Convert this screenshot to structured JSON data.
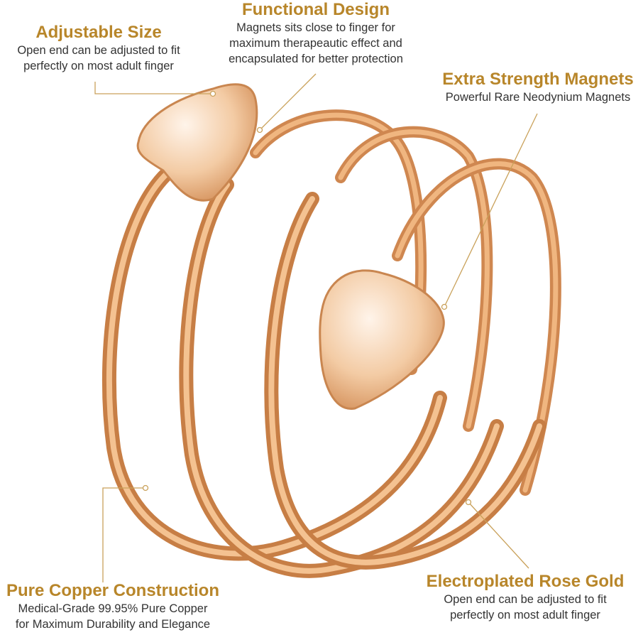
{
  "colors": {
    "title_gold": "#b8862a",
    "body_text": "#333333",
    "leader_line": "#c9a15a",
    "ring_gold": "#e8a86a",
    "ring_shadow": "#c77e45",
    "ring_highlight": "#f8d8b4"
  },
  "callouts": {
    "adjustable_size": {
      "title": "Adjustable Size",
      "line1": "Open end can be adjusted to fit",
      "line2": "perfectly on most adult  finger"
    },
    "functional_design": {
      "title": "Functional Design",
      "line1": "Magnets sits close to finger for",
      "line2": "maximum therapeautic effect and",
      "line3": "encapsulated for better protection"
    },
    "extra_strength": {
      "title": "Extra Strength Magnets",
      "line1": "Powerful Rare Neodynium Magnets"
    },
    "pure_copper": {
      "title": "Pure Copper Construction",
      "line1": "Medical-Grade 99.95% Pure Copper",
      "line2": "for Maximum Durability and Elegance"
    },
    "rose_gold": {
      "title": "Electroplated Rose Gold",
      "line1": "Open end can be adjusted to fit",
      "line2": "perfectly on most adult  finger"
    }
  }
}
